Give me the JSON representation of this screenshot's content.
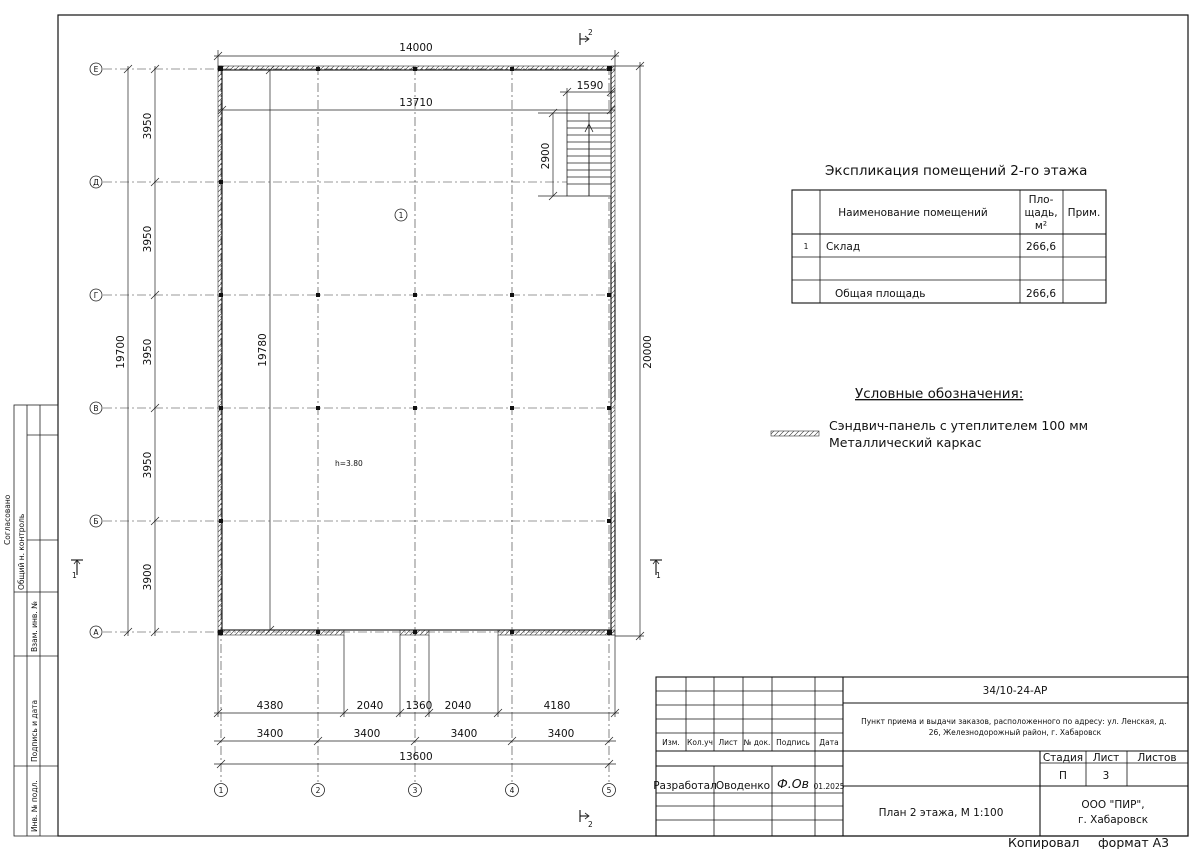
{
  "drawing": {
    "dims": {
      "top_total": "14000",
      "inner_width": "13710",
      "stair_width": "1590",
      "stair_length": "2900",
      "left_total": "19700",
      "inner_length": "19780",
      "right_total": "20000",
      "row_spans": [
        "3950",
        "3950",
        "3950",
        "3950",
        "3900"
      ],
      "bottom_openings": [
        "4380",
        "2040",
        "1360",
        "2040",
        "4180"
      ],
      "bottom_spans": [
        "3400",
        "3400",
        "3400",
        "3400"
      ],
      "bottom_total": "13600"
    },
    "row_axes": [
      "Е",
      "Д",
      "Г",
      "В",
      "Б",
      "А"
    ],
    "col_axes": [
      "1",
      "2",
      "3",
      "4",
      "5"
    ],
    "room_number": "1",
    "height_mark": "h=3.80",
    "section_marks": {
      "top": "2",
      "bottom": "2",
      "left": "1",
      "right": "1"
    }
  },
  "explication": {
    "title": "Экспликация помещений 2-го этажа",
    "header": {
      "name": "Наименование помещений",
      "area_l1": "Пло-",
      "area_l2": "щадь,",
      "area_l3": "м²",
      "note": "Прим."
    },
    "rows": [
      {
        "num": "1",
        "name": "Склад",
        "area": "266,6",
        "note": ""
      }
    ],
    "total": {
      "label": "Общая площадь",
      "area": "266,6"
    }
  },
  "legend": {
    "title": "Условные обозначения:",
    "line1": "Сэндвич-панель с утеплителем 100 мм",
    "line2": "Металлический каркас"
  },
  "side_stamp": {
    "agreed": "Согласовано",
    "general_control": "Общий н. контроль",
    "replace_inv": "Взам. инв. №",
    "sign_date": "Подпись и дата",
    "inv_orig": "Инв. № подл."
  },
  "title_block": {
    "doc_code": "34/10-24-АР",
    "project": "Пункт приема и выдачи заказов, расположенного по адресу: ул. Ленская, д. 26, Железнодорожный район, г. Хабаровск",
    "head": {
      "izm": "Изм.",
      "kol": "Кол.уч",
      "list": "Лист",
      "ndoc": "№ док.",
      "sign": "Подпись",
      "date": "Дата"
    },
    "developer_role": "Разработал",
    "developer_name": "Оводенко",
    "developer_date": "01.2025",
    "signature_text": "Ф.Ов",
    "stage_label": "Стадия",
    "sheet_label": "Лист",
    "sheets_label": "Листов",
    "stage": "П",
    "sheet": "3",
    "sheets": "",
    "sheet_title": "План 2 этажа, М 1:100",
    "org_line1": "ООО \"ПИР\",",
    "org_line2": "г. Хабаровск"
  },
  "footer": {
    "copied": "Копировал",
    "format": "формат А3"
  }
}
